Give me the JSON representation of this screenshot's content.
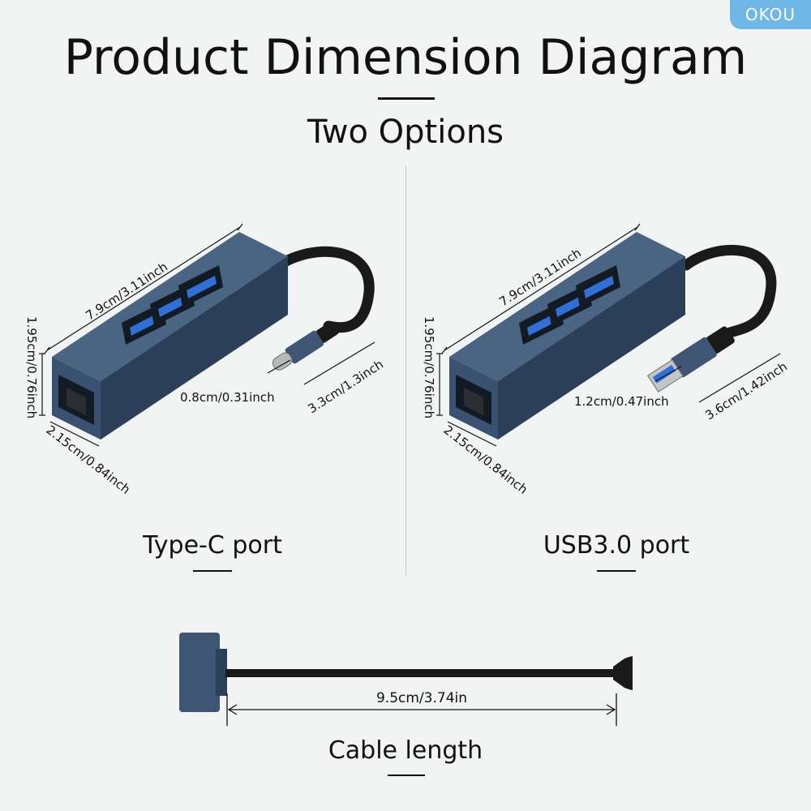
{
  "brand": "OKOU",
  "header": {
    "title": "Product Dimension Diagram",
    "subtitle": "Two Options"
  },
  "options": [
    {
      "label": "Type-C port",
      "dims": {
        "length": "7.9cm/3.11inch",
        "height": "1.95cm/0.76inch",
        "depth": "2.15cm/0.84inch",
        "plug_width": "0.8cm/0.31inch",
        "plug_length": "3.3cm/1.3inch"
      }
    },
    {
      "label": "USB3.0 port",
      "dims": {
        "length": "7.9cm/3.11inch",
        "height": "1.95cm/0.76inch",
        "depth": "2.15cm/0.84inch",
        "plug_width": "1.2cm/0.47inch",
        "plug_length": "3.6cm/1.42inch"
      }
    }
  ],
  "cable": {
    "length": "9.5cm/3.74in",
    "label": "Cable length"
  },
  "colors": {
    "hub_body": "#3e5673",
    "hub_dark": "#24364d",
    "cable": "#1a1a1a",
    "badge": "#6fb7e6",
    "usb_blue": "#2f6fd6"
  }
}
